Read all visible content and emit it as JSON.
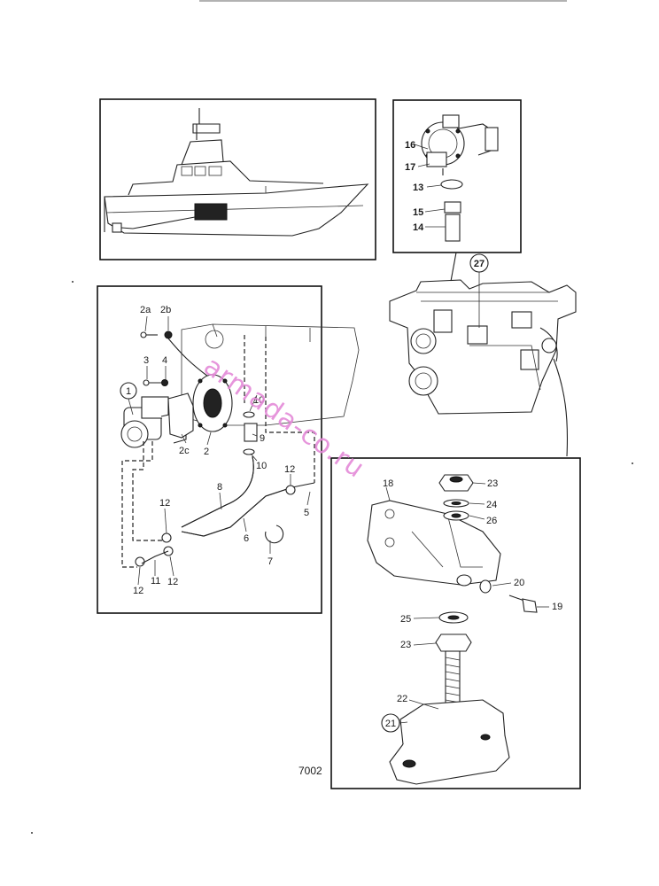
{
  "figure_code": "7002",
  "watermark": "armada-co.ru",
  "boat_panel": {},
  "pump_panel": {
    "labels": {
      "p16": "16",
      "p17": "17",
      "p13": "13",
      "p15": "15",
      "p14": "14"
    }
  },
  "engine_panel": {
    "labels": {
      "p27": "27"
    }
  },
  "cooling_panel": {
    "labels": {
      "p2a": "2a",
      "p2b": "2b",
      "p3": "3",
      "p4": "4",
      "p1": "1",
      "p2c": "2c",
      "p2": "2",
      "p10a": "10",
      "p9": "9",
      "p10b": "10",
      "p8": "8",
      "p12a": "12",
      "p5": "5",
      "p12b": "12",
      "p6": "6",
      "p7": "7",
      "p12c": "12",
      "p11": "11",
      "p12d": "12"
    }
  },
  "mount_panel": {
    "labels": {
      "p18": "18",
      "p23a": "23",
      "p24": "24",
      "p26": "26",
      "p20": "20",
      "p19": "19",
      "p25": "25",
      "p23b": "23",
      "p22": "22",
      "p21": "21"
    }
  }
}
